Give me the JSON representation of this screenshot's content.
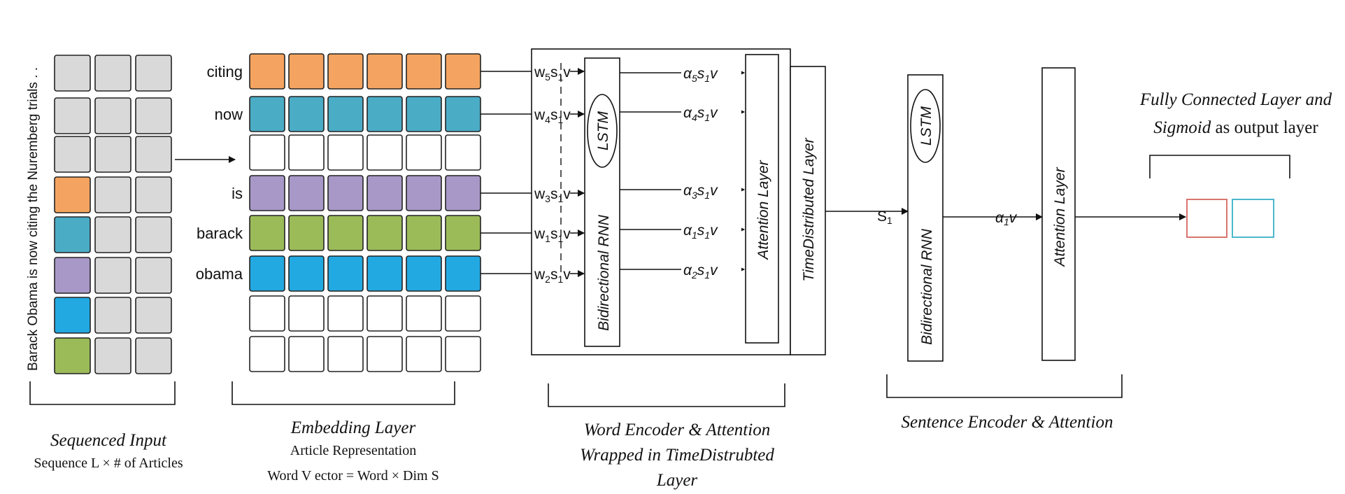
{
  "colors": {
    "orange": "#F4A460",
    "teal": "#4BACC6",
    "purple": "#A898C8",
    "green": "#9BBB59",
    "blue": "#23A9E1",
    "gray": "#D9D9D9",
    "white": "#FFFFFF",
    "out_red": "#D9756F",
    "out_cyan": "#4BB8CC"
  },
  "input": {
    "sentence": "Barack Obama is now citing the Nuremberg trials . .",
    "first_column_colors": [
      "gray",
      "gray",
      "gray",
      "orange",
      "teal",
      "purple",
      "blue",
      "green"
    ]
  },
  "embedding": {
    "row_labels": [
      "citing",
      "now",
      "",
      "is",
      "barack",
      "obama",
      "",
      ""
    ],
    "row_colors": [
      "orange",
      "teal",
      "white",
      "purple",
      "green",
      "blue",
      "white",
      "white"
    ]
  },
  "word_encoder": {
    "inputs": [
      {
        "sym": "w",
        "sub": "5",
        "mid": "s",
        "mid_sub": "1",
        "end": "v"
      },
      {
        "sym": "w",
        "sub": "4",
        "mid": "s",
        "mid_sub": "1",
        "end": "v"
      },
      {
        "sym": "w",
        "sub": "3",
        "mid": "s",
        "mid_sub": "1",
        "end": "v"
      },
      {
        "sym": "w",
        "sub": "1",
        "mid": "s",
        "mid_sub": "1",
        "end": "v"
      },
      {
        "sym": "w",
        "sub": "2",
        "mid": "s",
        "mid_sub": "1",
        "end": "v"
      }
    ],
    "outputs": [
      {
        "sym": "α",
        "sub": "5",
        "mid": "s",
        "mid_sub": "1",
        "end": "v"
      },
      {
        "sym": "α",
        "sub": "4",
        "mid": "s",
        "mid_sub": "1",
        "end": "v"
      },
      {
        "sym": "α",
        "sub": "3",
        "mid": "s",
        "mid_sub": "1",
        "end": "v"
      },
      {
        "sym": "α",
        "sub": "1",
        "mid": "s",
        "mid_sub": "1",
        "end": "v"
      },
      {
        "sym": "α",
        "sub": "2",
        "mid": "s",
        "mid_sub": "1",
        "end": "v"
      }
    ],
    "rnn_label": "Bidirectional RNN",
    "lstm_label": "LSTM",
    "attention_label": "Attention Layer",
    "timedistributed_label": "TimeDistributed Layer"
  },
  "sentence_encoder": {
    "input": {
      "sym": "S",
      "sub": "1"
    },
    "output": {
      "sym": "α",
      "sub": "1",
      "end": "v"
    },
    "rnn_label": "Bidirectional RNN",
    "lstm_label": "LSTM",
    "attention_label": "Attention Layer"
  },
  "output_layer": {
    "title_line1": "Fully Connected Layer and",
    "title_line2_italic": "Sigmoid",
    "title_line2_rest": " as output layer"
  },
  "captions": {
    "input_title": "Sequenced Input",
    "input_sub": "Sequence L ×  # of Articles",
    "embedding_title": "Embedding Layer",
    "embedding_sub1": "Article Representation",
    "embedding_sub2": "Word V ector = Word × Dim  S",
    "word_enc_line1": "Word Encoder & Attention",
    "word_enc_line2": "Wrapped in TimeDistrubted",
    "word_enc_line3": "Layer",
    "sent_enc": "Sentence Encoder & Attention"
  }
}
